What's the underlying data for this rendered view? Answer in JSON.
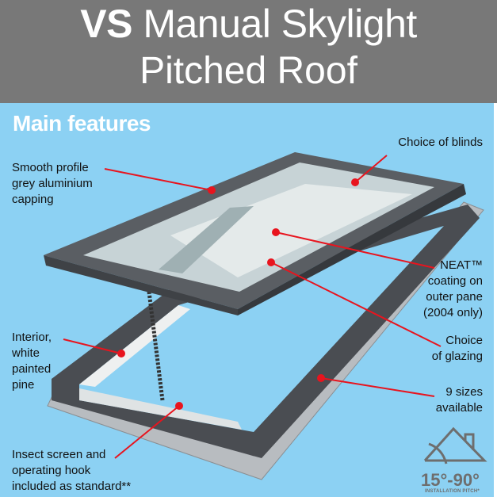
{
  "header": {
    "title_bold": "VS",
    "title_rest": " Manual Skylight",
    "subtitle": "Pitched Roof"
  },
  "section_heading": "Main features",
  "callouts": [
    {
      "text": "Choice of blinds"
    },
    {
      "text": "Smooth profile\ngrey aluminium\ncapping"
    },
    {
      "text": "NEAT™\ncoating on\nouter pane\n(2004 only)"
    },
    {
      "text": "Choice\nof glazing"
    },
    {
      "text": "Interior,\nwhite\npainted\npine"
    },
    {
      "text": "9 sizes\navailable"
    },
    {
      "text": "Insect screen and\noperating hook\nincluded as standard**"
    }
  ],
  "pitch": {
    "value": "15°-90°",
    "caption": "INSTALLATION PITCH*",
    "icon": "roof-pitch-icon"
  },
  "colors": {
    "header": "#787878",
    "background": "#8cd1f3",
    "callout": "#e8141e",
    "pitch": "#6e6e6e"
  }
}
